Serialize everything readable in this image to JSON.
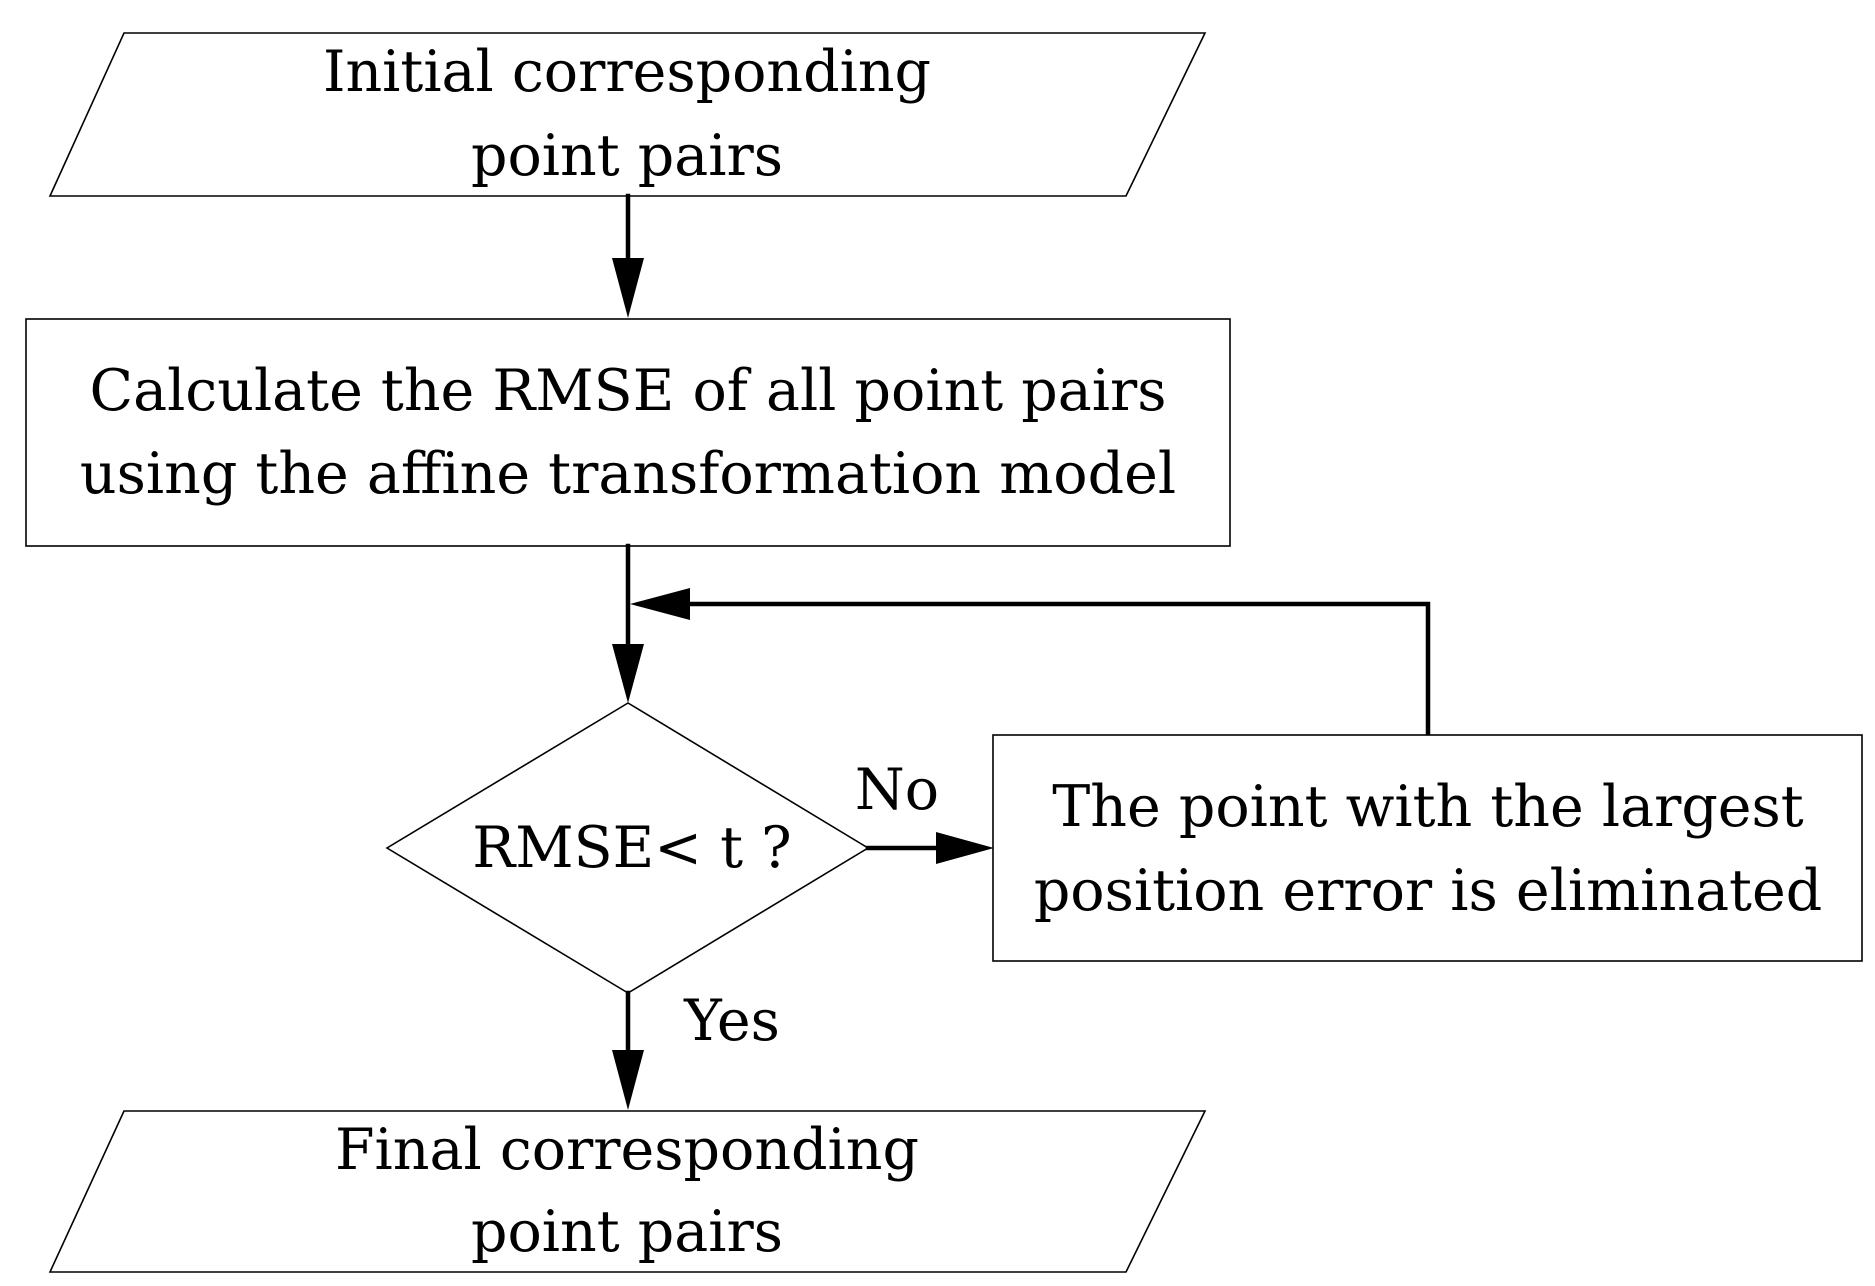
{
  "nodes": {
    "start": {
      "lines": [
        "Initial  corresponding",
        "point pairs"
      ]
    },
    "calculate": {
      "lines": [
        "Calculate the RMSE of all point pairs",
        "using the affine transformation model"
      ]
    },
    "decision": {
      "lines": [
        "RMSE< t ?"
      ]
    },
    "eliminate": {
      "lines": [
        "The point with the largest",
        "position error is eliminated"
      ]
    },
    "end": {
      "lines": [
        "Final corresponding",
        "point pairs"
      ]
    }
  },
  "edges": {
    "no_label": "No",
    "yes_label": "Yes"
  }
}
